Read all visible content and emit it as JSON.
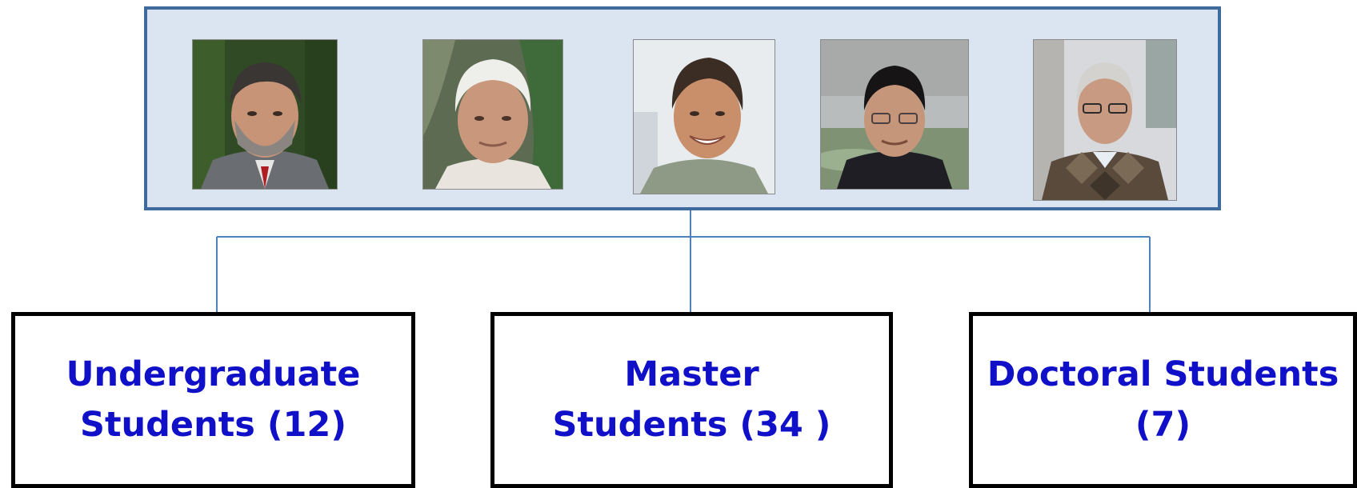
{
  "photos": [
    {
      "name": "photo-person-1"
    },
    {
      "name": "photo-person-2"
    },
    {
      "name": "photo-person-3"
    },
    {
      "name": "photo-person-4"
    },
    {
      "name": "photo-person-5"
    }
  ],
  "boxes": [
    {
      "line1": "Undergraduate",
      "line2": "Students (12)"
    },
    {
      "line1": "Master",
      "line2": "Students (34 )"
    },
    {
      "line1": "Doctoral Students",
      "line2": "(7)"
    }
  ],
  "colors": {
    "panel_fill": "#dbe5f1",
    "panel_border": "#3e6a9c",
    "connector": "#4f81bd",
    "label_text": "#1010c8",
    "box_border": "#000000"
  }
}
